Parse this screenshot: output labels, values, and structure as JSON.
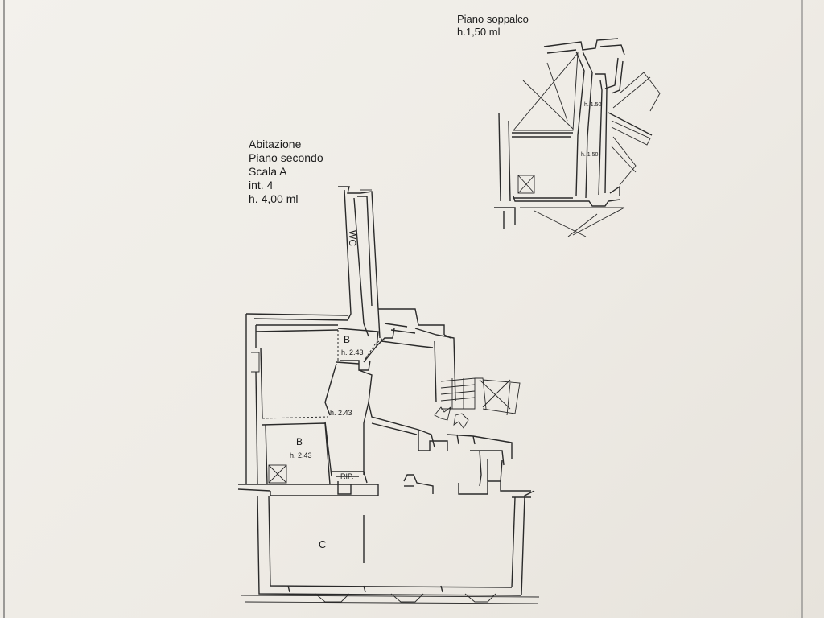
{
  "main_title": {
    "lines": [
      "Abitazione",
      "Piano secondo",
      "Scala A",
      "int. 4",
      "h. 4,00 ml"
    ]
  },
  "mezzanine_title": {
    "lines": [
      "Piano soppalco",
      "h.1,50 ml"
    ]
  },
  "room_labels": {
    "wc": "WC",
    "b_upper": "B",
    "h_upper": "h. 2.43",
    "h_corridor": "h. 2.43",
    "b_lower": "B",
    "h_lower": "h. 2.43",
    "rip": "RIP.",
    "c": "C",
    "mezz_h1": "h. 1.50",
    "mezz_h2": "h. 1.50"
  }
}
